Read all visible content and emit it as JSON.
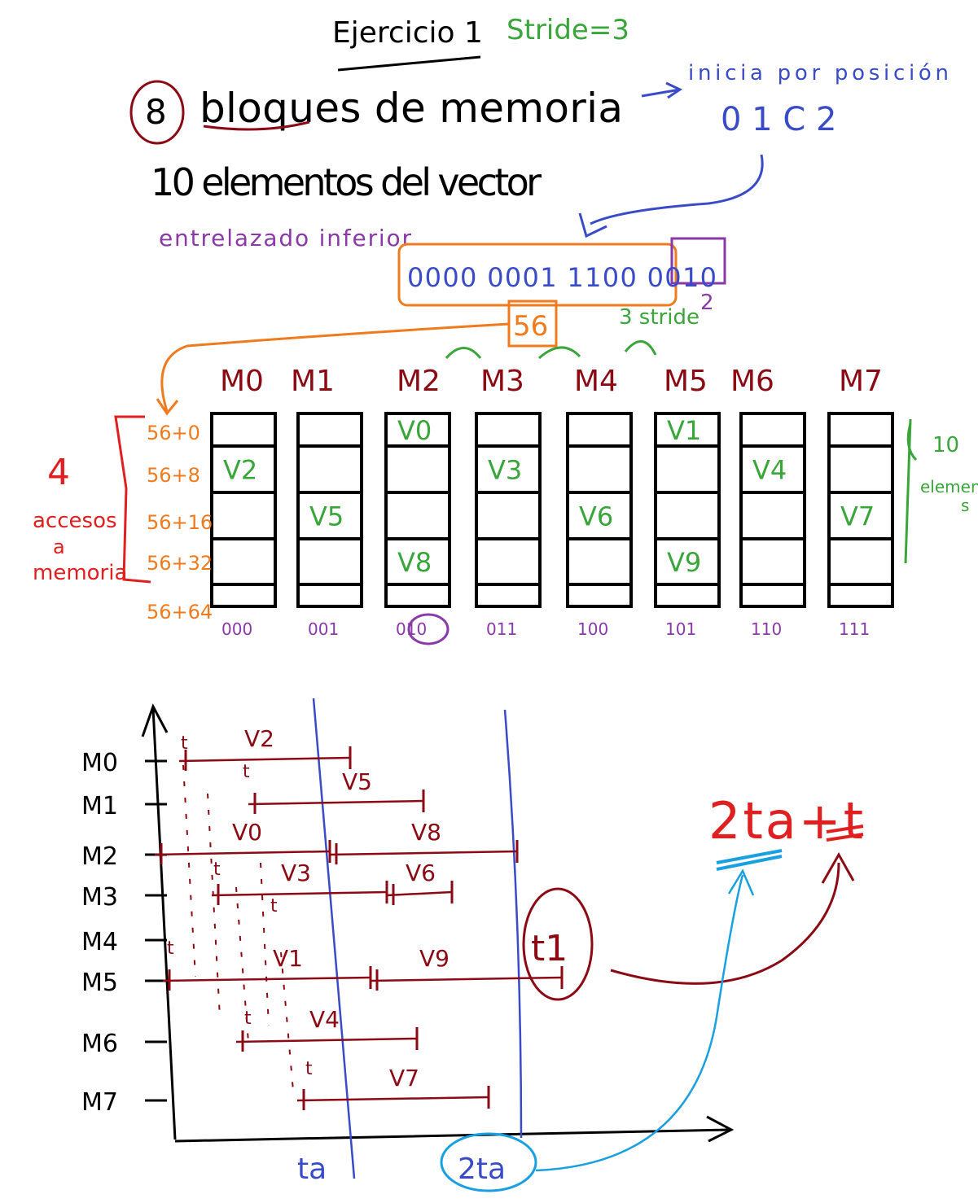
{
  "colors": {
    "black": "#000000",
    "green": "#3aa53a",
    "purple": "#8a3aa8",
    "orange": "#f07a1e",
    "blue": "#3a4bc8",
    "red": "#e02020",
    "darkred": "#8b0a14",
    "cyan": "#1aa0e0"
  },
  "header": {
    "title": "Ejercicio 1",
    "stride_note": "Stride=3"
  },
  "notes": {
    "num_blocks": "8",
    "blocks_text": "bloques de memoria",
    "start_note": "inicia por posición",
    "start_bits": "0 1 C 2",
    "elements_line": "10 elementos del vector",
    "interleave": "entrelazado inferior"
  },
  "address": {
    "bits": "0000 0001 1100 0010",
    "low_bits": "2",
    "base": "56",
    "stride_label": "3 stride"
  },
  "modules": [
    "M0",
    "M1",
    "M2",
    "M3",
    "M4",
    "M5",
    "M6",
    "M7"
  ],
  "module_bits": [
    "000",
    "001",
    "010",
    "011",
    "100",
    "101",
    "110",
    "111"
  ],
  "row_addresses": [
    "56+0",
    "56+8",
    "56+16",
    "56+32",
    "56+64"
  ],
  "access_note": [
    "4",
    "accesos",
    "a",
    "memoria"
  ],
  "elements_note": [
    "10",
    "elemento",
    "s"
  ],
  "cells": [
    {
      "label": "V0",
      "module": 2,
      "row": 0
    },
    {
      "label": "V1",
      "module": 5,
      "row": 0
    },
    {
      "label": "V2",
      "module": 0,
      "row": 1
    },
    {
      "label": "V3",
      "module": 3,
      "row": 1
    },
    {
      "label": "V4",
      "module": 6,
      "row": 1
    },
    {
      "label": "V5",
      "module": 1,
      "row": 2
    },
    {
      "label": "V6",
      "module": 4,
      "row": 2
    },
    {
      "label": "V7",
      "module": 7,
      "row": 2
    },
    {
      "label": "V8",
      "module": 2,
      "row": 3
    },
    {
      "label": "V9",
      "module": 5,
      "row": 3
    }
  ],
  "timeline": {
    "modules": [
      "M0",
      "M1",
      "M2",
      "M3",
      "M4",
      "M5",
      "M6",
      "M7"
    ],
    "bars": [
      {
        "module": "M0",
        "label": "V2"
      },
      {
        "module": "M1",
        "label": "V5"
      },
      {
        "module": "M2",
        "label": "V0"
      },
      {
        "module": "M2",
        "label": "V8"
      },
      {
        "module": "M3",
        "label": "V3"
      },
      {
        "module": "M3",
        "label": "V6"
      },
      {
        "module": "M5",
        "label": "V1"
      },
      {
        "module": "M5",
        "label": "V9"
      },
      {
        "module": "M6",
        "label": "V4"
      },
      {
        "module": "M7",
        "label": "V7"
      }
    ],
    "tick_t": "t",
    "t1": "t1",
    "ta": "ta",
    "two_ta": "2ta",
    "result": "2ta+t"
  }
}
